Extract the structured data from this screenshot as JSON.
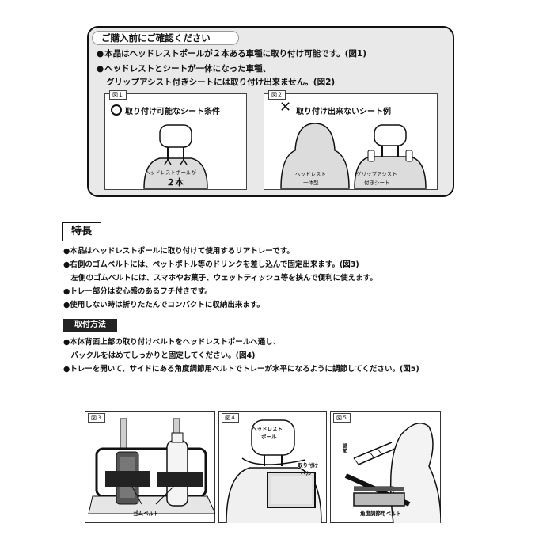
{
  "confirm": {
    "title": "ご購入前にご確認ください",
    "line1": "本品はヘッドレストポールが２本ある車種に取り付け可能です。(図1)",
    "line2": "ヘッドレストとシートが一体になった車種、",
    "line3": "グリップアシスト付きシートには取り付け出来ません。(図2)",
    "fig1": {
      "tag": "図１",
      "heading": "取り付け可能なシート条件",
      "pole_label": "ヘッドレストポールが",
      "pole_count": "２本"
    },
    "fig2": {
      "tag": "図２",
      "heading": "取り付け出来ないシート例",
      "label_left_1": "ヘッドレスト",
      "label_left_2": "一体型",
      "label_right_1": "グリップアシスト",
      "label_right_2": "付きシート"
    }
  },
  "features": {
    "title": "特長",
    "lines": [
      "●本品はヘッドレストポールに取り付けて使用するリアトレーです。",
      "●右側のゴムベルトには、ペットボトル等のドリンクを差し込んで固定出来ます。(図3)",
      "　左側のゴムベルトには、スマホやお菓子、ウェットティッシュ等を挟んで便利に使えます。",
      "●トレー部分は安心感のあるフチ付きです。",
      "●使用しない時は折りたたんでコンパクトに収納出来ます。"
    ]
  },
  "install": {
    "title": "取付方法",
    "lines": [
      "●本体背面上部の取り付けベルトをヘッドレストポールへ通し、",
      "　バックルをはめてしっかりと固定してください。(図4)",
      "●トレーを開いて、サイドにある角度調節用ベルトでトレーが水平になるように調節してください。(図5)"
    ]
  },
  "figures": {
    "fig3": {
      "tag": "図３",
      "label": "ゴムベルト"
    },
    "fig4": {
      "tag": "図４",
      "label_pole_1": "ヘッドレスト",
      "label_pole_2": "ポール",
      "label_belt_1": "取り付け",
      "label_belt_2": "ベルト"
    },
    "fig5": {
      "tag": "図５",
      "label_adjust": "調節",
      "label_belt": "角度調節用ベルト"
    }
  }
}
